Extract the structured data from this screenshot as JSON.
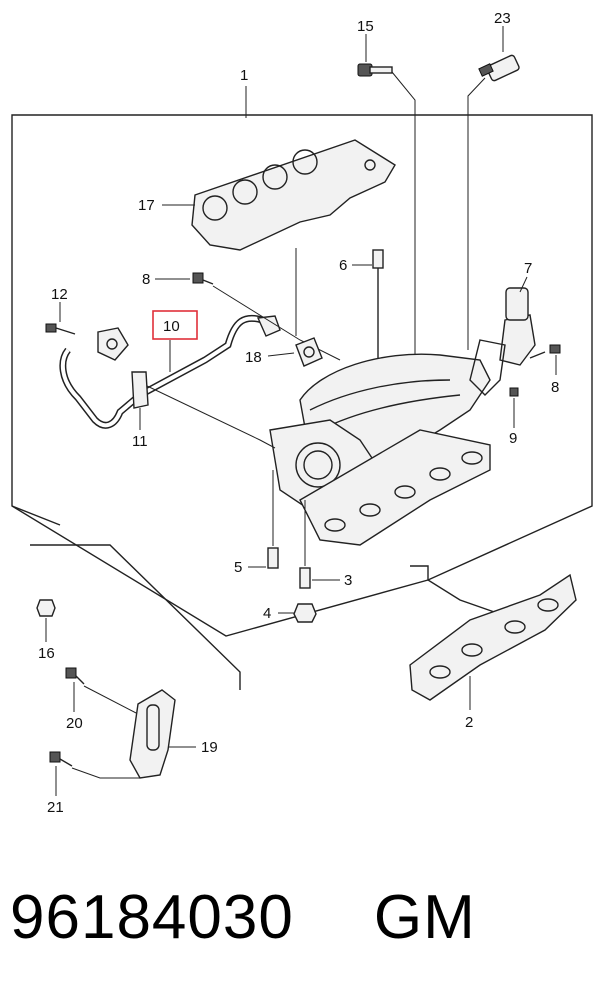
{
  "diagram": {
    "callouts": {
      "c1": "1",
      "c2": "2",
      "c3": "3",
      "c4": "4",
      "c5": "5",
      "c6": "6",
      "c7": "7",
      "c8a": "8",
      "c8b": "8",
      "c9": "9",
      "c10": "10",
      "c11": "11",
      "c12": "12",
      "c15": "15",
      "c16": "16",
      "c17": "17",
      "c18": "18",
      "c19": "19",
      "c20": "20",
      "c21": "21",
      "c23": "23"
    },
    "highlight_color": "#e0303a"
  },
  "footer": {
    "part_number": "96184030",
    "brand": "GM"
  }
}
